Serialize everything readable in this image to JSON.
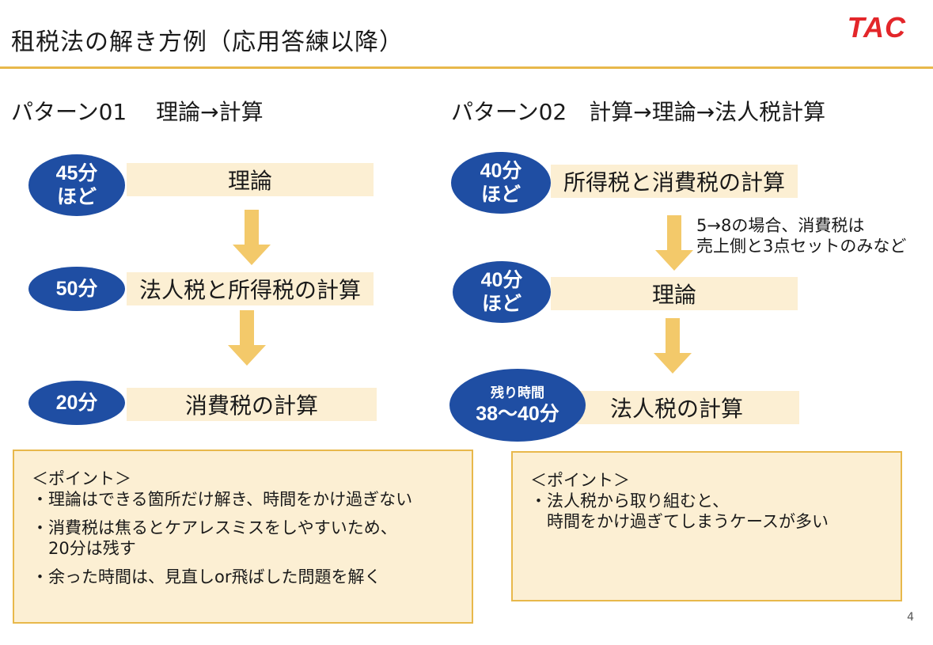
{
  "header": {
    "title": "租税法の解き方例（応用答練以降）",
    "logo": "TAC"
  },
  "pattern1": {
    "title": "パターン01　 理論→計算",
    "steps": [
      {
        "time": "45分",
        "time2": "ほど",
        "label": "理論"
      },
      {
        "time": "50分",
        "time2": "",
        "label": "法人税と所得税の計算"
      },
      {
        "time": "20分",
        "time2": "",
        "label": "消費税の計算"
      }
    ],
    "point": {
      "header": "＜ポイント＞",
      "lines": [
        "・理論はできる箇所だけ解き、時間をかけ過ぎない",
        "・消費税は焦るとケアレスミスをしやすいため、",
        "　20分は残す",
        "・余った時間は、見直しor飛ばした問題を解く"
      ]
    }
  },
  "pattern2": {
    "title": "パターン02　計算→理論→法人税計算",
    "steps": [
      {
        "time": "40分",
        "time2": "ほど",
        "label": "所得税と消費税の計算"
      },
      {
        "time": "40分",
        "time2": "ほど",
        "label": "理論"
      },
      {
        "time": "残り時間",
        "time2": "38～40分",
        "label": "法人税の計算"
      }
    ],
    "note": [
      "5→8の場合、消費税は",
      "売上側と3点セットのみなど"
    ],
    "point": {
      "header": "＜ポイント＞",
      "lines": [
        "・法人税から取り組むと、",
        "　時間をかけ過ぎてしまうケースが多い"
      ]
    }
  },
  "page_number": "4",
  "colors": {
    "accent": "#e8b84b",
    "oval": "#1f4ea3",
    "box": "#fcefd3",
    "arrow": "#f3c96a",
    "logo": "#e3262a"
  }
}
